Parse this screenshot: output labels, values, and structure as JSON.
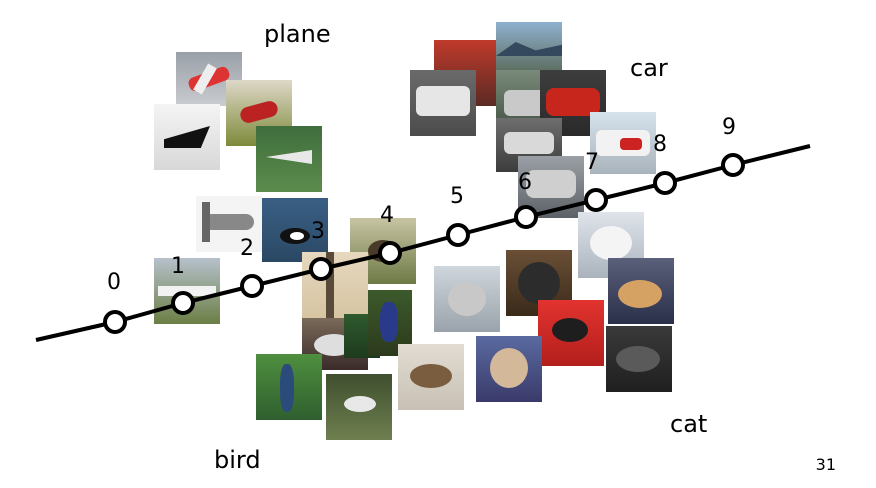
{
  "categories": {
    "plane": "plane",
    "car": "car",
    "bird": "bird",
    "cat": "cat"
  },
  "points": [
    "0",
    "1",
    "2",
    "3",
    "4",
    "5",
    "6",
    "7",
    "8",
    "9"
  ],
  "page_number": "31",
  "colors": {
    "line": "#000000",
    "point_fill": "#ffffff",
    "point_stroke": "#000000"
  }
}
